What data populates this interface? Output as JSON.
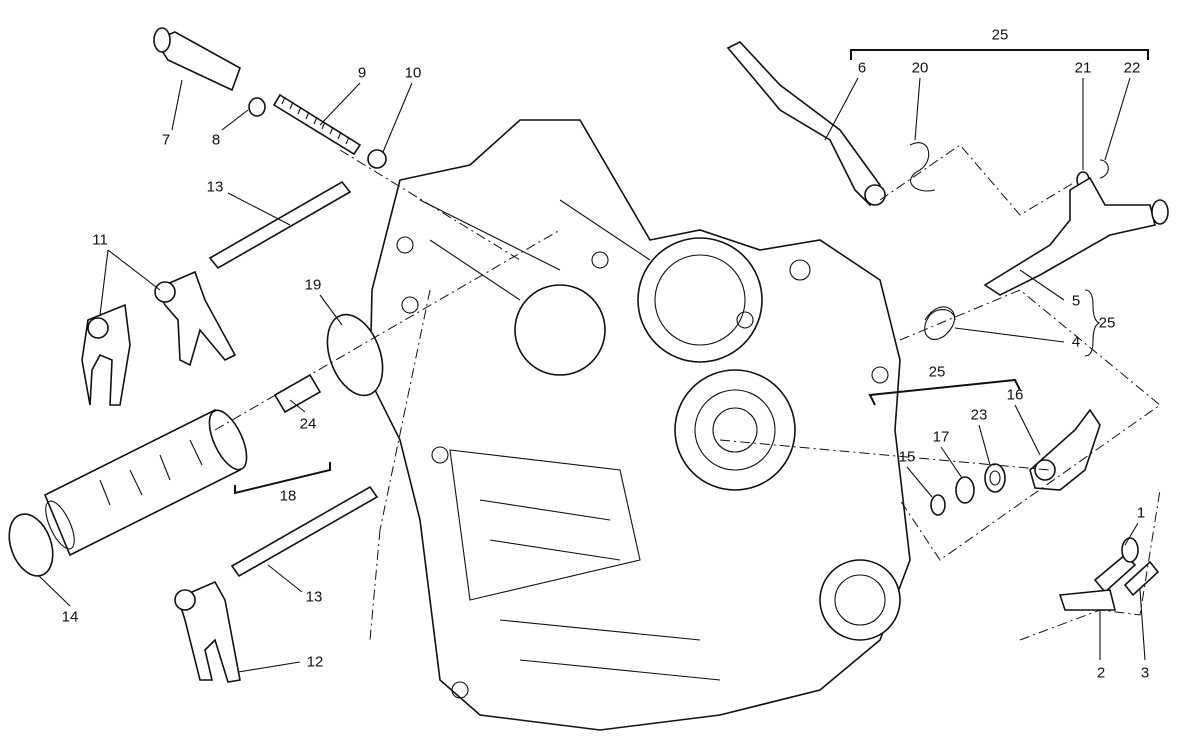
{
  "diagram": {
    "title": "Gearbox shift mechanism exploded view",
    "labels": {
      "l25a": "25",
      "l6": "6",
      "l20": "20",
      "l21": "21",
      "l22": "22",
      "l7": "7",
      "l8": "8",
      "l9": "9",
      "l10": "10",
      "l13a": "13",
      "l11": "11",
      "l19": "19",
      "l5": "5",
      "l4": "4",
      "l25b": "25",
      "l25c": "25",
      "l23": "23",
      "l16": "16",
      "l17": "17",
      "l15": "15",
      "l24": "24",
      "l18": "18",
      "l1": "1",
      "l14": "14",
      "l13b": "13",
      "l12": "12",
      "l2": "2",
      "l3": "3"
    }
  }
}
